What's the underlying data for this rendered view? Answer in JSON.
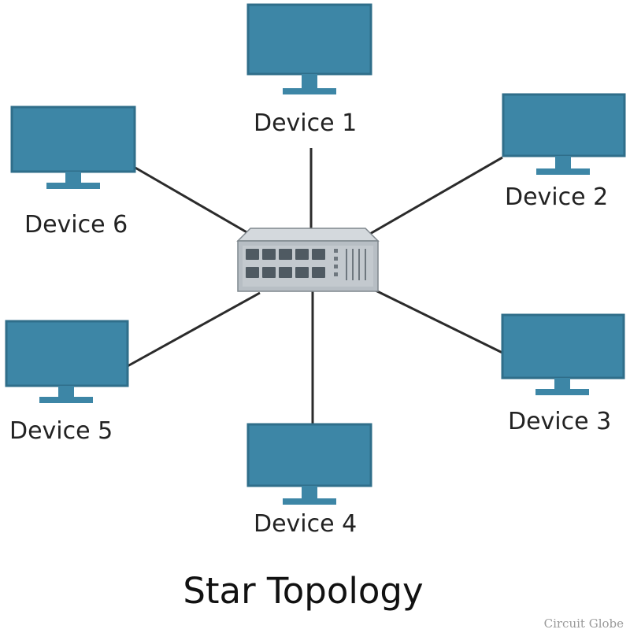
{
  "title": "Star Topology",
  "watermark": "Circuit Globe",
  "devices": [
    {
      "label": "Device 1"
    },
    {
      "label": "Device 2"
    },
    {
      "label": "Device 3"
    },
    {
      "label": "Device 4"
    },
    {
      "label": "Device 5"
    },
    {
      "label": "Device 6"
    }
  ],
  "hub": {
    "icon": "network-switch-icon"
  },
  "colors": {
    "screen": "#3d86a6",
    "bezel": "#2f6e8a",
    "link": "#2b2b2b",
    "switch_body": "#b7bec4"
  }
}
